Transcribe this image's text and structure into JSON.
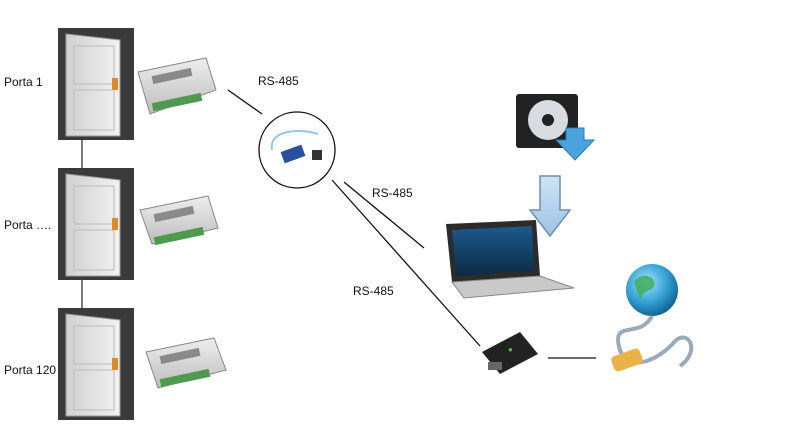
{
  "doors": [
    {
      "label": "Porta 1"
    },
    {
      "label": "Porta …."
    },
    {
      "label": "Porta 120"
    }
  ],
  "links": {
    "top": "RS-485",
    "mid": "RS-485",
    "bottom": "RS-485"
  },
  "icons": {
    "door": "door-icon",
    "controller": "din-rail-controller-icon",
    "converter": "usb-rs485-converter-icon",
    "software": "software-install-icon",
    "laptop": "laptop-icon",
    "gateway": "ethernet-gateway-icon",
    "globe": "globe-network-icon"
  },
  "colors": {
    "door_frame": "#3a3a3a",
    "door_panel": "#e4e4e4",
    "handle": "#d98a2b",
    "arrow": "#6fa8dc",
    "globe": "#2f9bd1"
  }
}
